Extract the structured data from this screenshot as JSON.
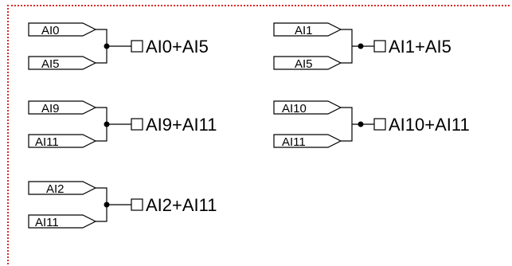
{
  "groups": [
    {
      "inputs": [
        "AI0",
        "AI5"
      ],
      "output": "AI0+AI5"
    },
    {
      "inputs": [
        "AI1",
        "AI5"
      ],
      "output": "AI1+AI5"
    },
    {
      "inputs": [
        "AI9",
        "AI11"
      ],
      "output": "AI9+AI11"
    },
    {
      "inputs": [
        "AI10",
        "AI11"
      ],
      "output": "AI10+AI11"
    },
    {
      "inputs": [
        "AI2",
        "AI11"
      ],
      "output": "AI2+AI11"
    }
  ],
  "colors": {
    "frame": "#d62b2b",
    "line": "#000000"
  }
}
